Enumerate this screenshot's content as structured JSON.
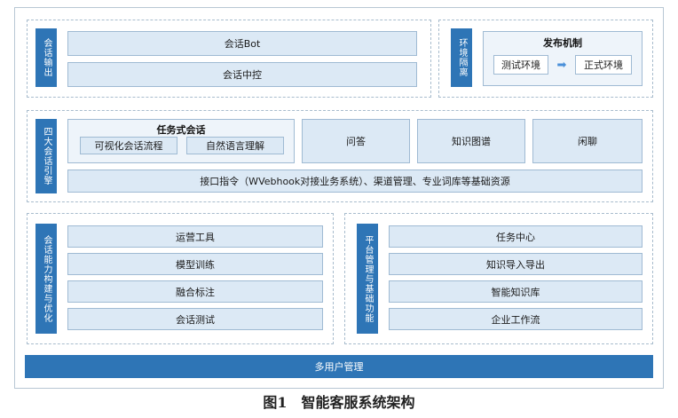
{
  "session_output": {
    "label": "会话输出",
    "items": [
      "会话Bot",
      "会话中控"
    ]
  },
  "env_isolation": {
    "label": "环境隔离",
    "title": "发布机制",
    "test_env": "测试环境",
    "prod_env": "正式环境"
  },
  "engines": {
    "label": "四大会话引擎",
    "task_title": "任务式会话",
    "task_sub": [
      "可视化会话流程",
      "自然语言理解"
    ],
    "others": [
      "问答",
      "知识图谱",
      "闲聊"
    ],
    "interface": "接口指令（WVebhook对接业务系统）、渠道管理、专业词库等基础资源"
  },
  "capability": {
    "label": "会话能力构建与优化",
    "items": [
      "运营工具",
      "模型训练",
      "融合标注",
      "会话测试"
    ]
  },
  "platform": {
    "label": "平台管理与基础功能",
    "items": [
      "任务中心",
      "知识导入导出",
      "智能知识库",
      "企业工作流"
    ]
  },
  "multi_user": "多用户管理",
  "caption": "图1　智能客服系统架构",
  "colors": {
    "accent": "#2e75b6",
    "box_fill": "#dce9f5"
  }
}
